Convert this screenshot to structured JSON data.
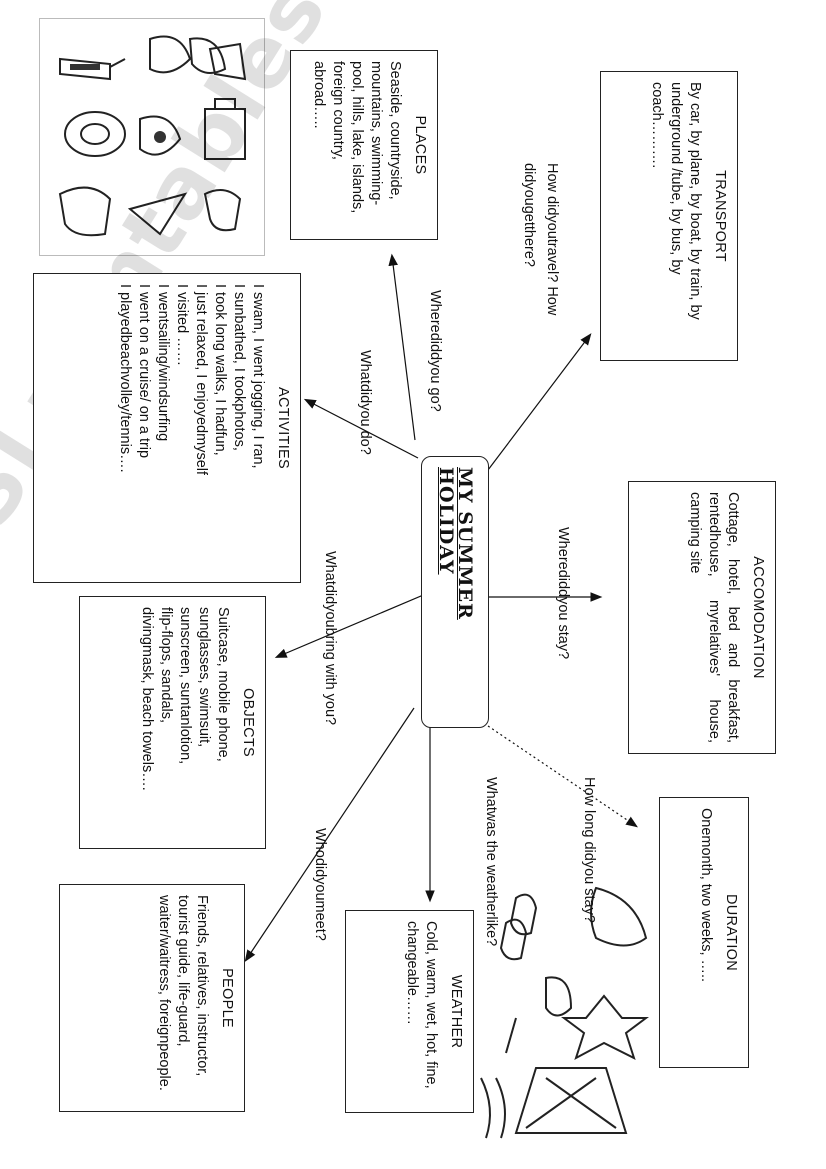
{
  "center": {
    "title": "MY SUMMER HOLIDAY"
  },
  "boxes": {
    "places": {
      "title": "PLACES",
      "text": "Seaside, countryside, mountains, swimming-pool, hills, lake, islands, foreign country, abroad….."
    },
    "transport": {
      "title": "TRANSPORT",
      "text": "By car, by plane, by boat, by train, by underground /tube, by bus, by coach………."
    },
    "activities": {
      "title": "ACTIVITIES",
      "text": "I swam, I went jogging, I ran,\nI sunbathed, I tookphotos,\nI took long walks, I hadfun,\nI just relaxed, I enjoyedmyself\nI visited ……\nI wentsailing/windsurfing\nI went on a cruise/ on a trip\nI playedbeachvolley/tennis…."
    },
    "accomodation": {
      "title": "ACCOMODATION",
      "text": "Cottage, hotel, bed and breakfast, rentedhouse, myrelatives' house, camping site"
    },
    "objects": {
      "title": "OBJECTS",
      "text": "Suitcase, mobile phone,\nsunglasses, swimsuit,\nsunscreen, suntanlotion,\nflip-flops, sandals,\ndivingmask, beach towels…."
    },
    "duration": {
      "title": "DURATION",
      "text": "Onemonth, two weeks, ….."
    },
    "people": {
      "title": "PEOPLE",
      "text": "Friends, relatives, instructor, tourist guide, life-guard, waiter/waitress, foreignpeople."
    },
    "weather": {
      "title": "WEATHER",
      "text": "Cold, warm, wet, hot, fine, changeable……"
    }
  },
  "questions": {
    "where_go": "Wherediddyou go?",
    "what_do": "Whatdidyou do?",
    "how_travel_1": "How didyoutravel? How",
    "how_travel_2": "didyougetthere?",
    "where_stay": "Wherediddyou stay?",
    "what_bring": "Whatdidyoubring with you?",
    "how_long": "How long didyou stay?",
    "what_weather": "Whatwas the weatherlike?",
    "who_meet": "Whodidyoumeet?"
  },
  "watermark": "ESLprintables.com"
}
